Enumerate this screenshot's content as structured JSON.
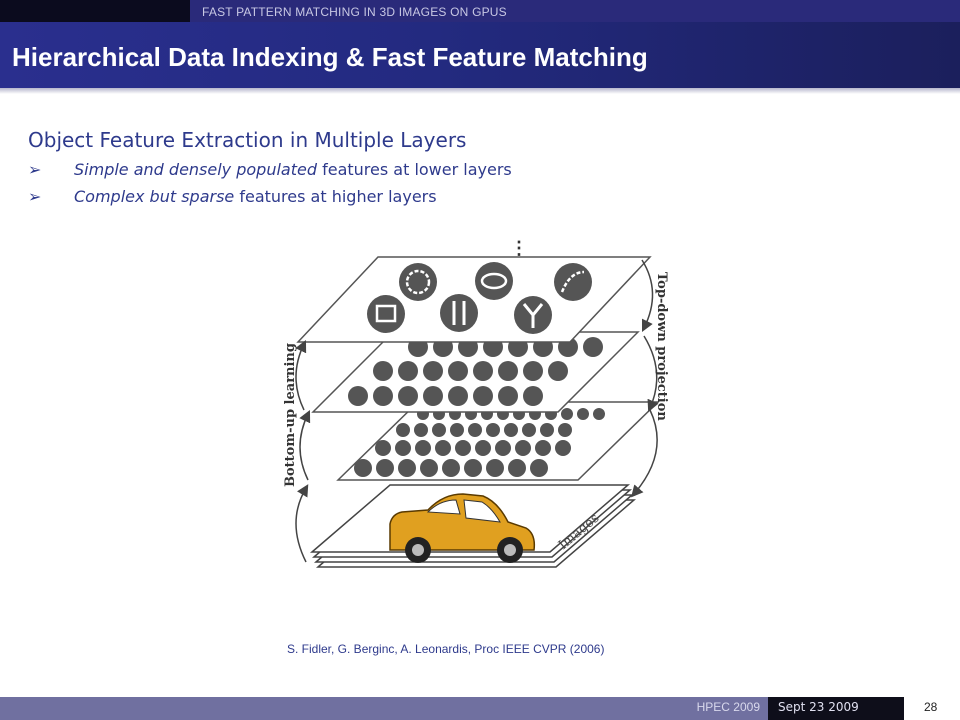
{
  "header": {
    "running_title": "FAST PATTERN MATCHING  IN 3D IMAGES ON GPUS",
    "title": "Hierarchical Data Indexing & Fast Feature Matching"
  },
  "content": {
    "heading": "Object Feature Extraction in Multiple Layers",
    "bullet_mark": "➢",
    "bullets": [
      {
        "italic": "Simple and densely populated",
        "rest": " features at lower layers"
      },
      {
        "italic": "Complex but sparse",
        "rest": " features at higher layers"
      }
    ]
  },
  "figure": {
    "left_label": "Bottom-up learning",
    "right_label": "Top-down projection",
    "images_label": "Images",
    "ellipsis": "⋮"
  },
  "citation": "S. Fidler, G. Berginc, A. Leonardis, Proc IEEE CVPR (2006)",
  "footer": {
    "conference": "HPEC 2009",
    "date": "Sept 23 2009",
    "page": "28"
  },
  "colors": {
    "accent": "#2a2f8e",
    "text": "#2e3a8c",
    "car": "#e0a020"
  }
}
